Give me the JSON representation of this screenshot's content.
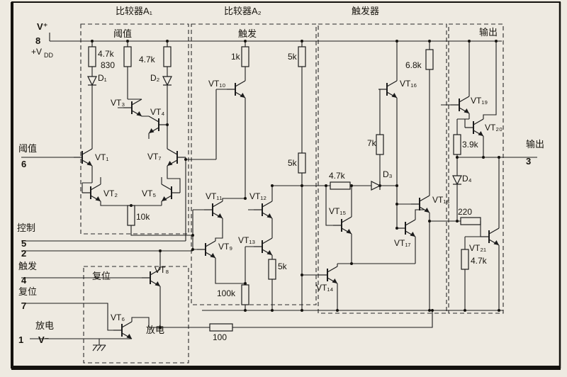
{
  "sections": {
    "comparator_a1": "比较器A₁",
    "comparator_a2": "比较器A₂",
    "flipflop": "触发器",
    "output": "输出",
    "a1_sub": "阈值",
    "a2_sub": "触发",
    "reset_box": "复位",
    "discharge_box": "放电"
  },
  "pins": {
    "p8_name": "V⁺",
    "p8_num": "8",
    "p8_rail": "+V",
    "p8_rail_sub": "DD",
    "p6_name": "阈值",
    "p6_num": "6",
    "p5_name": "控制",
    "p5_num": "5",
    "p2_num": "2",
    "p4_name": "触发",
    "p4_num": "4",
    "p7_name": "复位",
    "p7_num": "7",
    "p1_name": "放电",
    "p1_num": "1",
    "p1_rail": "V⁻",
    "p3_name": "输出",
    "p3_num": "3"
  },
  "transistors": {
    "vt1": "VT₁",
    "vt2": "VT₂",
    "vt3": "VT₃",
    "vt4": "VT₄",
    "vt5": "VT₅",
    "vt6": "VT₆",
    "vt7": "VT₇",
    "vt8": "VT₈",
    "vt9": "VT₉",
    "vt10": "VT₁₀",
    "vt11": "VT₁₁",
    "vt12": "VT₁₂",
    "vt13": "VT₁₃",
    "vt14": "VT₁₄",
    "vt15": "VT₁₅",
    "vt16": "VT₁₆",
    "vt17": "VT₁₇",
    "vt18": "VT₁₈",
    "vt19": "VT₁₉",
    "vt20": "VT₂₀",
    "vt21": "VT₂₁"
  },
  "diodes": {
    "d1": "D₁",
    "d2": "D₂",
    "d3": "D₃",
    "d4": "D₄"
  },
  "resistors": {
    "a1_r1": "4.7k",
    "a1_r2": "830",
    "a1_r3": "4.7k",
    "a1_r4": "10k",
    "a2_r1": "1k",
    "a2_r2": "5k",
    "a2_r3": "5k",
    "a2_r4": "5k",
    "a2_r5": "100k",
    "ff_r1": "6.8k",
    "ff_r2": "7k",
    "ff_r3": "4.7k",
    "out_r1": "3.9k",
    "out_r2": "220",
    "out_r3": "4.7k",
    "bottom_r1": "100"
  },
  "colors": {
    "ink": "#1c1c1c",
    "paper": "#eeeae1"
  }
}
